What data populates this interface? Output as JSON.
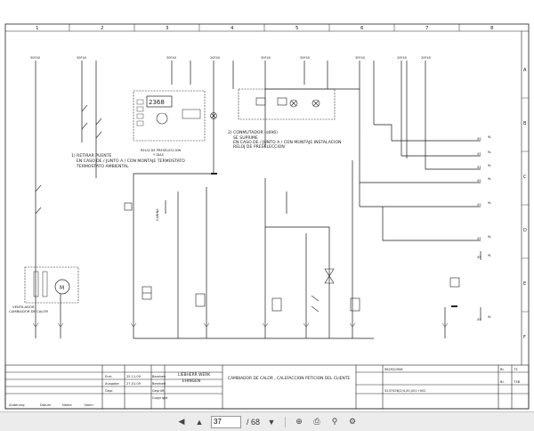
{
  "columns": [
    "1",
    "2",
    "3",
    "4",
    "5",
    "6",
    "7",
    "8"
  ],
  "rows": [
    "A",
    "B",
    "C",
    "D",
    "E",
    "F"
  ],
  "notes": {
    "note1": [
      "1) RETIRAR PUENTE",
      "EN CASO DE / JUNTO A / CON MONTAJE TERMOSTATO",
      "TERMOSTATO AMBIENTAL"
    ],
    "note2": [
      "2) CONMUTADOR (s696)",
      "SE SUPRIME",
      "EN CASO DE / JUNTO A / CON MONTAJE INSTALACION",
      "RELOJ DE PRESELECCION"
    ],
    "timer_caption": [
      "RELOJ DE PRESELECCION",
      "Y DIAS"
    ],
    "timer_display": "2368",
    "ventilator": [
      "VENTILADOR",
      "CAMBIADOR DE CALOR"
    ],
    "cabina": "CABINA"
  },
  "title_block": {
    "date1": "25.11.09",
    "date2": "27.01.09",
    "company": [
      "LIEBHERR WERK",
      "EHINGEN"
    ],
    "title": "CAMBIADOR DE CALOR , CALEFACCION PETICION DEL CLIENTE",
    "doc_number": "982920908",
    "drawing_number": "5237458/2/4,00,001+002",
    "row_labels": [
      "Anderung",
      "Datum",
      "Name",
      "Norm"
    ],
    "field_labels": [
      "Erst.",
      "Ausgabe",
      "Gepr."
    ],
    "names": [
      "Bearbeit",
      "Bearbeit",
      "Geprüft"
    ],
    "copy": "Copyright",
    "sheet_labels": [
      "BI.",
      "73",
      "BI.",
      "73B"
    ]
  },
  "toolbar": {
    "current_page": "37",
    "total_pages": "/ 68",
    "icons": [
      "prev-page-icon",
      "page-first-icon",
      "next-page-icon",
      "zoom-icon",
      "print-icon",
      "search-icon",
      "tools-icon"
    ]
  }
}
